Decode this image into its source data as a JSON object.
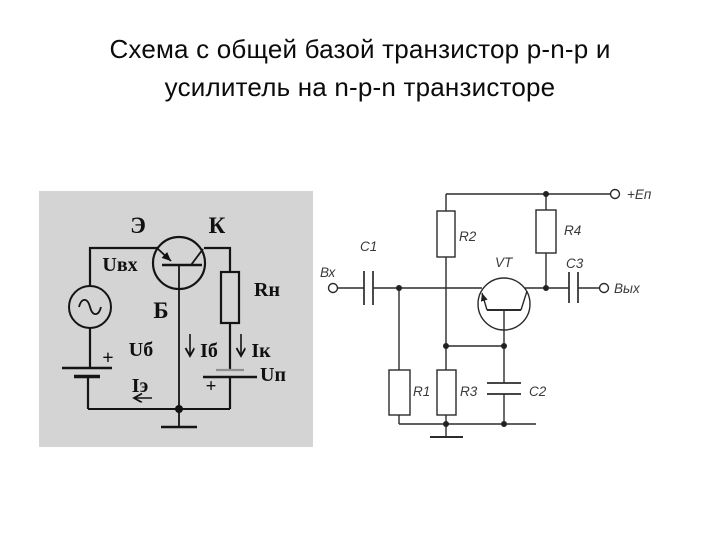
{
  "slide": {
    "title_line1": "Схема с общей базой транзистор p-n-p и",
    "title_line2": "усилитель на n-p-n транзисторе"
  },
  "left_diagram": {
    "labels": {
      "emitter": "Э",
      "collector": "К",
      "base": "Б",
      "u_in": "Uвх",
      "r_load": "Rн",
      "u_base": "Uб",
      "i_base": "Iб",
      "i_collector": "Iк",
      "i_emitter": "Iэ",
      "u_supply": "Uп",
      "plus_source": "+",
      "plus_supply": "+"
    }
  },
  "right_diagram": {
    "labels": {
      "input": "Вх",
      "cap_c1": "C1",
      "res_r1": "R1",
      "res_r2": "R2",
      "res_r3": "R3",
      "res_r4": "R4",
      "cap_c2": "C2",
      "cap_c3": "C3",
      "transistor": "VT",
      "output": "Вых",
      "supply": "+Eп"
    }
  },
  "colors": {
    "panel_gray": "#d4d4d4",
    "ink": "#111111",
    "schematic": "#2b2b2b",
    "label_gray": "#3a3a3a"
  }
}
